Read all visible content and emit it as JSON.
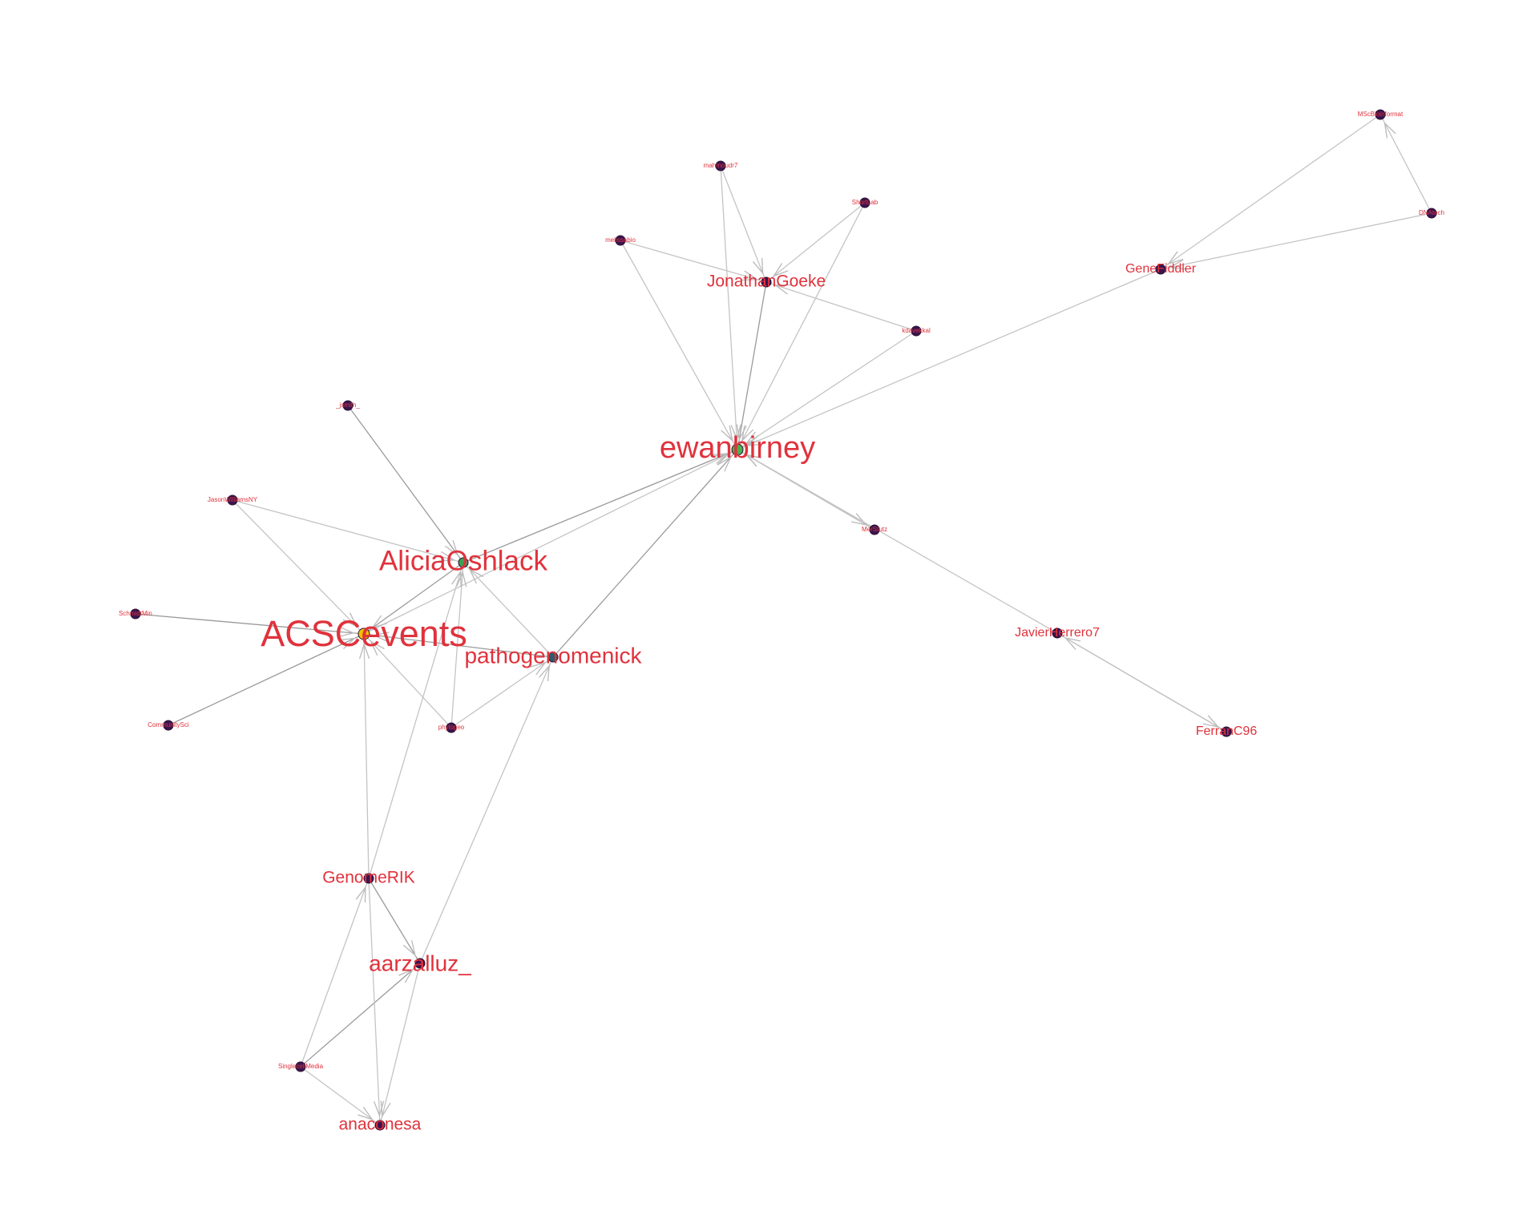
{
  "graph": {
    "label_color": "#e0323c",
    "edge_color": "#c4c4c4",
    "nodes": [
      {
        "id": "ewanbirney",
        "label": "ewanbirney",
        "rank": "xl",
        "color": "#4caf50"
      },
      {
        "id": "AliciaOshlack",
        "label": "AliciaOshlack",
        "rank": "l",
        "color": "#3aa357"
      },
      {
        "id": "ACSCevents",
        "label": "ACSCevents",
        "rank": "xxl",
        "color": "#f2c200"
      },
      {
        "id": "pathogenomenick",
        "label": "pathogenomenick",
        "rank": "m",
        "color": "#2b5c6b"
      },
      {
        "id": "JonathanGoeke",
        "label": "JonathanGoeke",
        "rank": "s",
        "color": "#3b1450"
      },
      {
        "id": "GeneFiddler",
        "label": "GeneFiddler",
        "rank": "xs",
        "color": "#3b1450"
      },
      {
        "id": "MScBioinformat",
        "label": "MScBioinformat",
        "rank": "tiny",
        "color": "#3b1450"
      },
      {
        "id": "DNAtech",
        "label": "DNAtech",
        "rank": "tiny",
        "color": "#3b1450"
      },
      {
        "id": "mahmoudr7",
        "label": "mahmoudr7",
        "rank": "tiny",
        "color": "#3b1450"
      },
      {
        "id": "ShortLab",
        "label": "ShortLab",
        "rank": "tiny",
        "color": "#3b1450"
      },
      {
        "id": "melissabio",
        "label": "melissabio",
        "rank": "tiny",
        "color": "#3b1450"
      },
      {
        "id": "kdavekkal",
        "label": "kdavekkal",
        "rank": "tiny",
        "color": "#3b1450"
      },
      {
        "id": "jsmith_",
        "label": "_jsmith_",
        "rank": "tiny",
        "color": "#3b1450"
      },
      {
        "id": "JasonWilliamsNY",
        "label": "JasonWilliamsNY",
        "rank": "tiny",
        "color": "#3b1450"
      },
      {
        "id": "SchmidtMin",
        "label": "SchmidtMin",
        "rank": "tiny",
        "color": "#3b1450"
      },
      {
        "id": "CommunitySci",
        "label": "CommunitySci",
        "rank": "tiny",
        "color": "#3b1450"
      },
      {
        "id": "phylogeo",
        "label": "phylogeo",
        "rank": "tiny",
        "color": "#3b1450"
      },
      {
        "id": "MerStutz",
        "label": "MerStutz",
        "rank": "tiny",
        "color": "#3b1450"
      },
      {
        "id": "JavierHerrero7",
        "label": "JavierHerrero7",
        "rank": "xs",
        "color": "#3b1450"
      },
      {
        "id": "FerranC96",
        "label": "FerranC96",
        "rank": "xs",
        "color": "#3b1450"
      },
      {
        "id": "GenomeRIK",
        "label": "GenomeRIK",
        "rank": "s",
        "color": "#3b1450"
      },
      {
        "id": "aarzalluz_",
        "label": "aarzalluz_",
        "rank": "m2",
        "color": "#3b1450"
      },
      {
        "id": "SinglecellMedia",
        "label": "SinglecellMedia",
        "rank": "tiny",
        "color": "#3b1450"
      },
      {
        "id": "anaconesa",
        "label": "anaconesa",
        "rank": "s",
        "color": "#3b1450"
      }
    ],
    "edges": [
      {
        "from": "mahmoudr7",
        "to": "JonathanGoeke"
      },
      {
        "from": "mahmoudr7",
        "to": "ewanbirney"
      },
      {
        "from": "ShortLab",
        "to": "JonathanGoeke"
      },
      {
        "from": "ShortLab",
        "to": "ewanbirney"
      },
      {
        "from": "melissabio",
        "to": "JonathanGoeke"
      },
      {
        "from": "melissabio",
        "to": "ewanbirney"
      },
      {
        "from": "kdavekkal",
        "to": "JonathanGoeke"
      },
      {
        "from": "kdavekkal",
        "to": "ewanbirney"
      },
      {
        "from": "JonathanGoeke",
        "to": "ewanbirney",
        "dark": true
      },
      {
        "from": "GeneFiddler",
        "to": "ewanbirney"
      },
      {
        "from": "MScBioinformat",
        "to": "GeneFiddler"
      },
      {
        "from": "DNAtech",
        "to": "GeneFiddler"
      },
      {
        "from": "DNAtech",
        "to": "MScBioinformat"
      },
      {
        "from": "MerStutz",
        "to": "ewanbirney",
        "dark": true
      },
      {
        "from": "ewanbirney",
        "to": "MerStutz"
      },
      {
        "from": "JavierHerrero7",
        "to": "ewanbirney"
      },
      {
        "from": "FerranC96",
        "to": "JavierHerrero7",
        "dark": true
      },
      {
        "from": "JavierHerrero7",
        "to": "FerranC96"
      },
      {
        "from": "AliciaOshlack",
        "to": "ewanbirney",
        "dark": true
      },
      {
        "from": "ACSCevents",
        "to": "ewanbirney"
      },
      {
        "from": "pathogenomenick",
        "to": "ewanbirney",
        "dark": true
      },
      {
        "from": "jsmith_",
        "to": "AliciaOshlack",
        "dark": true
      },
      {
        "from": "JasonWilliamsNY",
        "to": "AliciaOshlack"
      },
      {
        "from": "JasonWilliamsNY",
        "to": "ACSCevents"
      },
      {
        "from": "SchmidtMin",
        "to": "ACSCevents",
        "dark": true
      },
      {
        "from": "CommunitySci",
        "to": "ACSCevents",
        "dark": true
      },
      {
        "from": "AliciaOshlack",
        "to": "ACSCevents",
        "dark": true
      },
      {
        "from": "pathogenomenick",
        "to": "ACSCevents",
        "dark": true
      },
      {
        "from": "phylogeo",
        "to": "ACSCevents"
      },
      {
        "from": "phylogeo",
        "to": "AliciaOshlack"
      },
      {
        "from": "pathogenomenick",
        "to": "AliciaOshlack"
      },
      {
        "from": "phylogeo",
        "to": "pathogenomenick"
      },
      {
        "from": "GenomeRIK",
        "to": "ACSCevents"
      },
      {
        "from": "GenomeRIK",
        "to": "AliciaOshlack"
      },
      {
        "from": "aarzalluz_",
        "to": "pathogenomenick"
      },
      {
        "from": "GenomeRIK",
        "to": "aarzalluz_",
        "dark": true
      },
      {
        "from": "SinglecellMedia",
        "to": "GenomeRIK"
      },
      {
        "from": "SinglecellMedia",
        "to": "aarzalluz_",
        "dark": true
      },
      {
        "from": "SinglecellMedia",
        "to": "anaconesa"
      },
      {
        "from": "GenomeRIK",
        "to": "anaconesa"
      },
      {
        "from": "aarzalluz_",
        "to": "anaconesa"
      }
    ]
  }
}
